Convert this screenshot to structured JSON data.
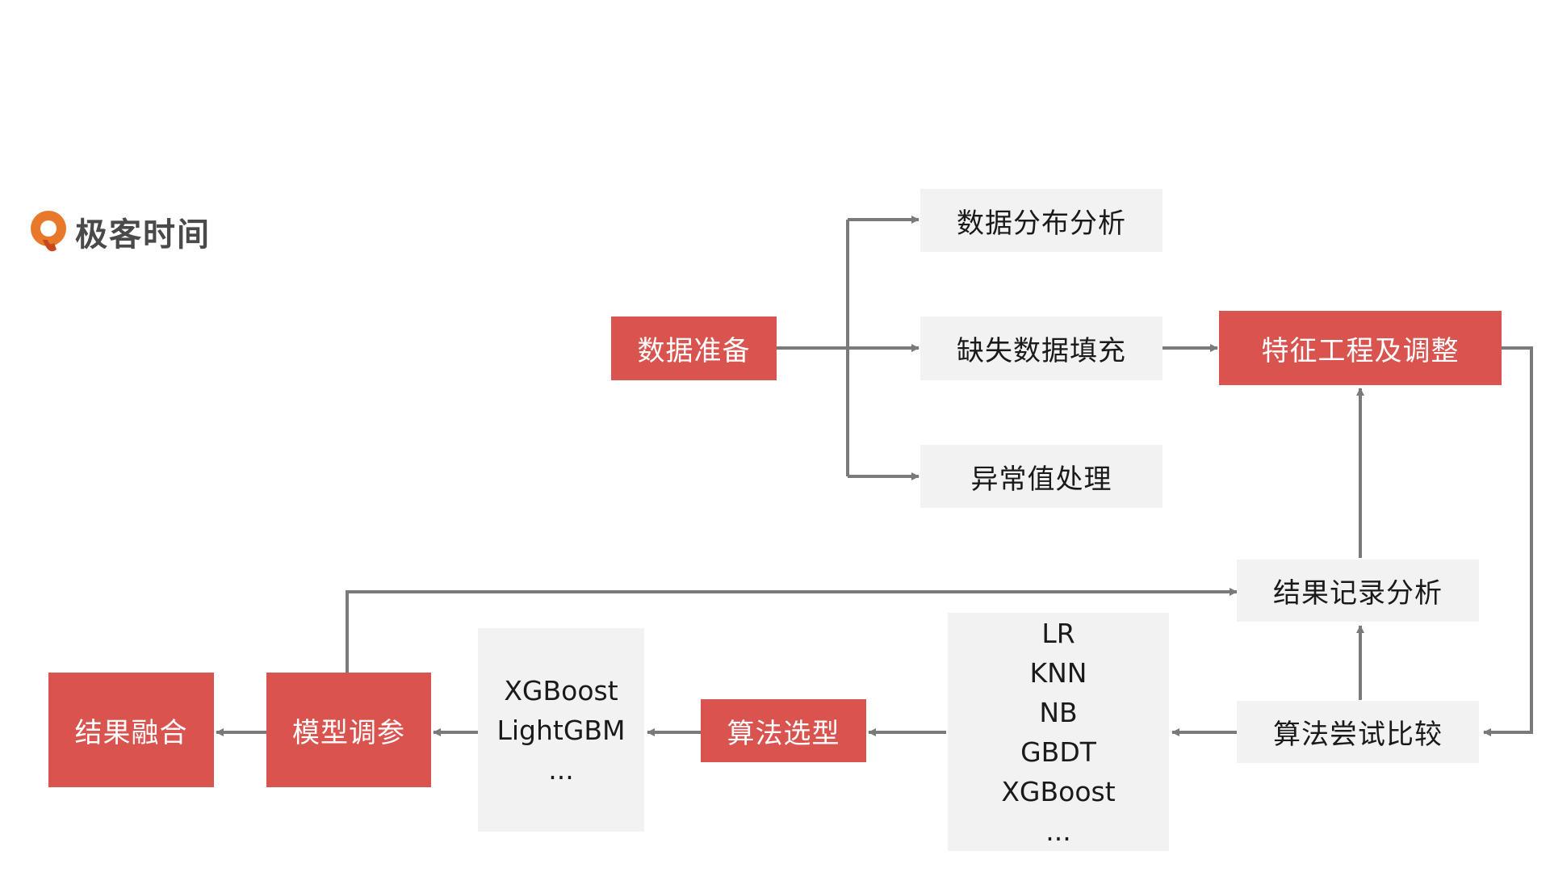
{
  "logo": {
    "text": "极客时间",
    "icon": "geektime-logo-icon",
    "color": "#e8782a"
  },
  "colors": {
    "primary": "#d9534f",
    "secondary_bg": "#f2f2f2",
    "arrow": "#7a7a7a"
  },
  "nodes": {
    "data_prep": "数据准备",
    "dist_analysis": "数据分布分析",
    "missing_fill": "缺失数据填充",
    "outlier": "异常值处理",
    "feature_eng": "特征工程及调整",
    "result_record": "结果记录分析",
    "algo_compare": "算法尝试比较",
    "algo_list": [
      "LR",
      "KNN",
      "NB",
      "GBDT",
      "XGBoost",
      "..."
    ],
    "algo_select": "算法选型",
    "model_list": [
      "XGBoost",
      "LightGBM",
      "..."
    ],
    "model_tune": "模型调参",
    "result_fusion": "结果融合"
  }
}
